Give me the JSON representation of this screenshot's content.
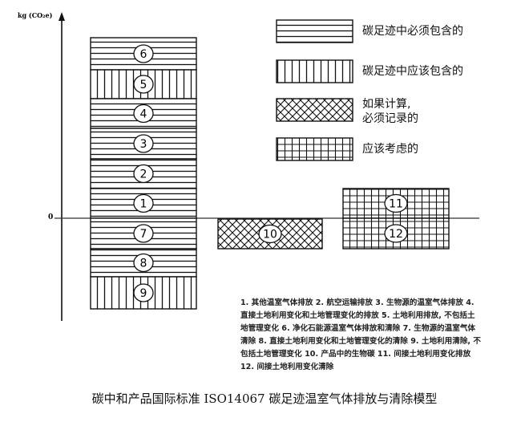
{
  "axis": {
    "ylabel": "kg (CO₂e)",
    "zero_label": "0"
  },
  "blocks": [
    {
      "id": "6",
      "category": "mandatory"
    },
    {
      "id": "5",
      "category": "optional"
    },
    {
      "id": "4",
      "category": "mandatory"
    },
    {
      "id": "3",
      "category": "mandatory"
    },
    {
      "id": "2",
      "category": "mandatory"
    },
    {
      "id": "1",
      "category": "mandatory"
    },
    {
      "id": "7",
      "category": "mandatory"
    },
    {
      "id": "8",
      "category": "mandatory"
    },
    {
      "id": "9",
      "category": "optional"
    },
    {
      "id": "10",
      "category": "record"
    },
    {
      "id": "11",
      "category": "consider"
    },
    {
      "id": "12",
      "category": "consider"
    }
  ],
  "legend": [
    {
      "pattern": "horizontal",
      "label": "碳足迹中必须包含的"
    },
    {
      "pattern": "vertical",
      "label": "碳足迹中应该包含的"
    },
    {
      "pattern": "crosshatch",
      "label_line1": "如果计算,",
      "label_line2": "必须记录的"
    },
    {
      "pattern": "grid",
      "label": "应该考虑的"
    }
  ],
  "notes": "1. 其他温室气体排放 2. 航空运输排放 3. 生物源的温室气体排放 4. 直接土地利用变化和土地管理变化的排放 5. 土地利用排放, 不包括土地管理变化 6. 净化石能源温室气体排放和清除 7. 生物源的温室气体清除 8. 直接土地利用变化和土地管理变化的清除 9. 土地利用清除, 不包括土地管理变化 10. 产品中的生物碳 11. 间接土地利用变化排放 12. 间接土地利用变化清除",
  "caption": "碳中和产品国际标准 ISO14067 碳足迹温室气体排放与清除模型"
}
